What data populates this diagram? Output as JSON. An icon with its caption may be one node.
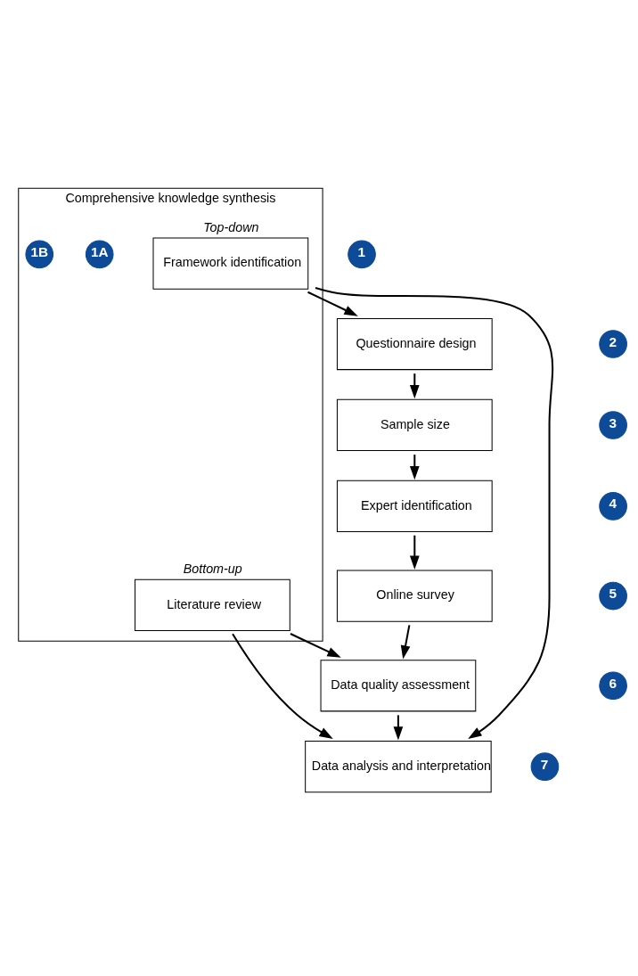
{
  "diagram": {
    "nodes": [
      {
        "text": [
          "Comprehensive knowledge synthesis"
        ]
      },
      {
        "text": [
          "1"
        ]
      },
      {
        "text": [
          "Framework identification"
        ],
        "beside": [
          "Top-down"
        ],
        "in": 0
      },
      {
        "text": [
          "1A"
        ],
        "in": 0
      },
      {
        "text": [
          "Literature review"
        ],
        "beside": [
          "Bottom-up"
        ],
        "in": 0
      },
      {
        "text": [
          "1B"
        ],
        "in": 0
      },
      {
        "text": [
          "2"
        ]
      },
      {
        "text": [
          "Questionnaire design"
        ]
      },
      {
        "text": [
          "3"
        ]
      },
      {
        "text": [
          "Sample size"
        ]
      },
      {
        "text": [
          "4"
        ]
      },
      {
        "text": [
          "Expert identification"
        ]
      },
      {
        "text": [
          "5"
        ]
      },
      {
        "text": [
          "Online survey"
        ]
      },
      {
        "text": [
          "6"
        ]
      },
      {
        "text": [
          "Data quality assessment"
        ]
      },
      {
        "text": [
          "7"
        ]
      },
      {
        "text": [
          "Data analysis and interpretation"
        ]
      }
    ],
    "edges": [
      {
        "from": 2,
        "to": 7,
        "arrow": "to"
      },
      {
        "from": 7,
        "to": 9,
        "arrow": "to"
      },
      {
        "from": 9,
        "to": 11,
        "arrow": "to"
      },
      {
        "from": 11,
        "to": 13,
        "arrow": "to"
      },
      {
        "from": 13,
        "to": 15,
        "arrow": "to"
      },
      {
        "from": 15,
        "to": 17,
        "arrow": "to"
      },
      {
        "from": 2,
        "to": 17,
        "arrow": "to"
      },
      {
        "from": 4,
        "to": 15,
        "arrow": "to"
      },
      {
        "from": 4,
        "to": 17,
        "arrow": "to"
      }
    ]
  }
}
